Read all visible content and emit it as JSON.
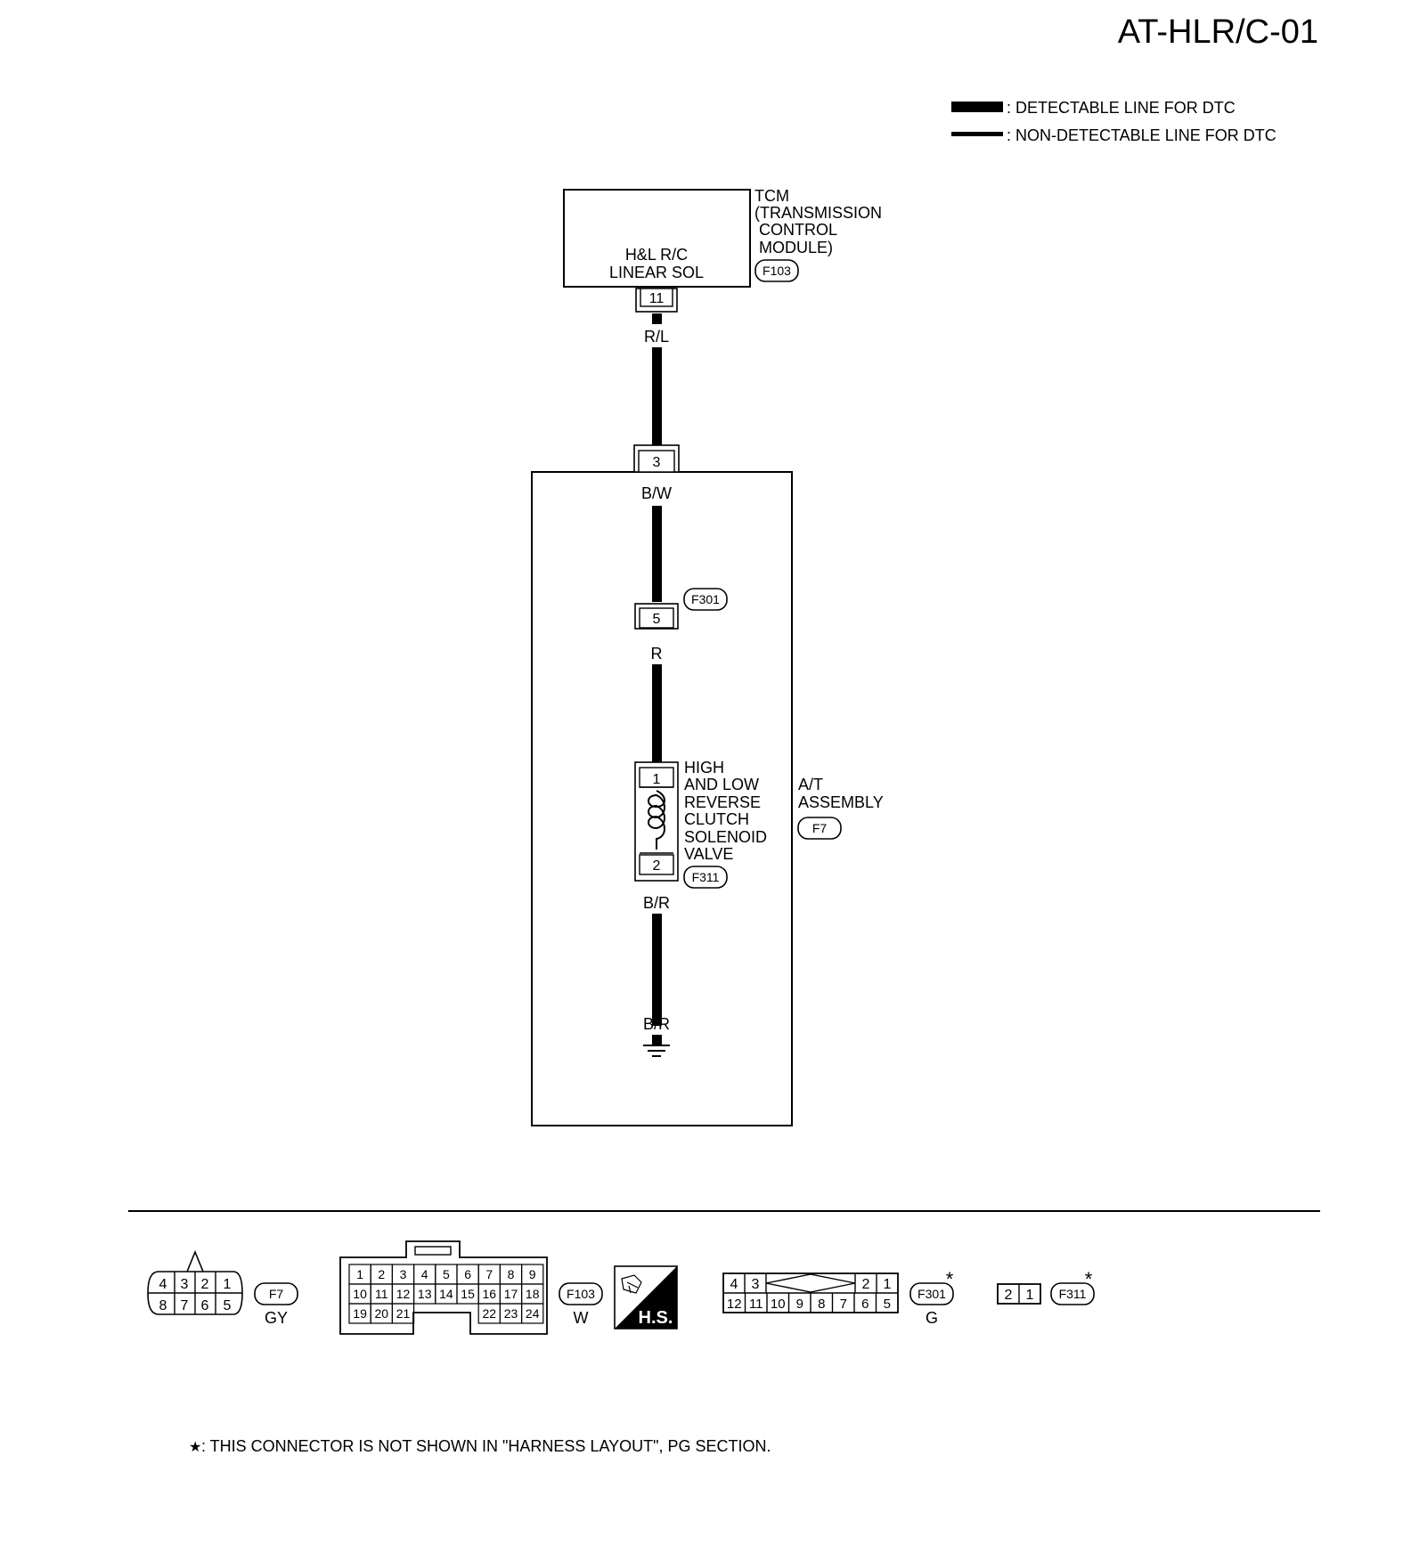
{
  "title": "AT-HLR/C-01",
  "legend": {
    "detectable": ": DETECTABLE LINE FOR DTC",
    "non_detectable": ": NON-DETECTABLE LINE FOR DTC"
  },
  "tcm": {
    "name_lines": [
      "TCM",
      "(TRANSMISSION",
      " CONTROL",
      " MODULE)"
    ],
    "connector": "F103",
    "terminal_label": [
      "H&L R/C",
      "LINEAR SOL"
    ],
    "pin": "11",
    "wire": "R/L"
  },
  "at_assembly": {
    "name_lines": [
      "A/T",
      "ASSEMBLY"
    ],
    "connector": "F7",
    "pin": "3",
    "wire": "B/W",
    "f301": {
      "connector": "F301",
      "pin": "5",
      "wire": "R"
    },
    "solenoid": {
      "name_lines": [
        "HIGH",
        "AND LOW",
        "REVERSE",
        "CLUTCH",
        "SOLENOID",
        "VALVE"
      ],
      "connector": "F311",
      "pin_top": "1",
      "pin_bottom": "2",
      "wire": "B/R"
    },
    "ground_wire": "B/R"
  },
  "connectors": {
    "f7": {
      "id": "F7",
      "color": "GY",
      "top": [
        "4",
        "3",
        "2",
        "1"
      ],
      "bottom": [
        "8",
        "7",
        "6",
        "5"
      ]
    },
    "f103": {
      "id": "F103",
      "color": "W",
      "row1": [
        "1",
        "2",
        "3",
        "4",
        "5",
        "6",
        "7",
        "8",
        "9"
      ],
      "row2": [
        "10",
        "11",
        "12",
        "13",
        "14",
        "15",
        "16",
        "17",
        "18"
      ],
      "row3_left": [
        "19",
        "20",
        "21"
      ],
      "row3_right": [
        "22",
        "23",
        "24"
      ]
    },
    "hs": "H.S.",
    "f301": {
      "id": "F301",
      "color": "G",
      "star": "*",
      "top_left": [
        "4",
        "3"
      ],
      "top_right": [
        "2",
        "1"
      ],
      "bottom": [
        "12",
        "11",
        "10",
        "9",
        "8",
        "7",
        "6",
        "5"
      ]
    },
    "f311": {
      "id": "F311",
      "star": "*",
      "pins": [
        "2",
        "1"
      ]
    }
  },
  "footnote": {
    "star": "★",
    "text": ": THIS CONNECTOR IS NOT SHOWN IN \"HARNESS LAYOUT\", PG SECTION."
  }
}
